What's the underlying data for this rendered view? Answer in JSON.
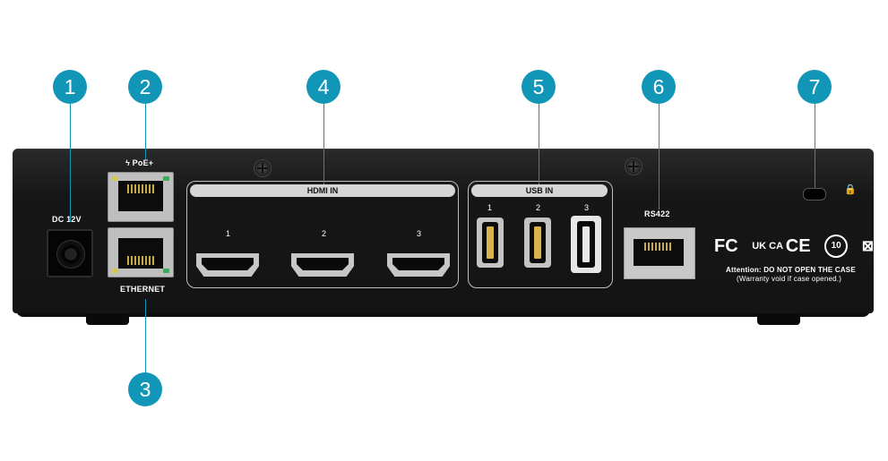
{
  "device": {
    "dc_label": "DC 12V",
    "poe_label": "ϟ PoE+",
    "ethernet_label": "ETHERNET",
    "hdmi_label": "HDMI IN",
    "hdmi_ports": [
      "1",
      "2",
      "3"
    ],
    "usb_label": "USB IN",
    "usb_ports": [
      "1",
      "2",
      "3"
    ],
    "rs422_label": "RS422",
    "lock_symbol": "🔒",
    "compliance": {
      "fc": "FC",
      "ukca": "UK CA",
      "ce": "CE",
      "ten": "10",
      "weee": "⊠"
    },
    "warning_line1": "Attention: DO NOT OPEN THE CASE",
    "warning_line2": "(Warranty void if case opened.)"
  },
  "callouts": [
    "1",
    "2",
    "3",
    "4",
    "5",
    "6",
    "7"
  ],
  "colors": {
    "callout": "#1296b8",
    "device": "#161616"
  }
}
